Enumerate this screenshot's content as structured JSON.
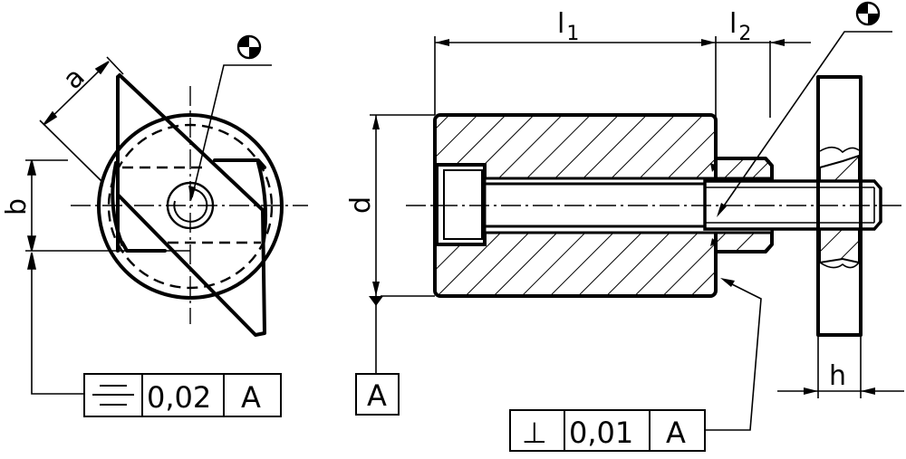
{
  "dimensions": {
    "a": "a",
    "b": "b",
    "d": "d",
    "l1_base": "l",
    "l1_sub": "1",
    "l2_base": "l",
    "l2_sub": "2",
    "h": "h"
  },
  "datum": {
    "label": "A"
  },
  "tolerance_symmetry": {
    "symbol": "symmetry",
    "value": "0,02",
    "datum": "A"
  },
  "tolerance_perpendicularity": {
    "symbol": "⊥",
    "value": "0,01",
    "datum": "A"
  },
  "icons": [
    "position-symbol",
    "datum-triangle",
    "symmetry-symbol",
    "perpendicularity-symbol"
  ]
}
